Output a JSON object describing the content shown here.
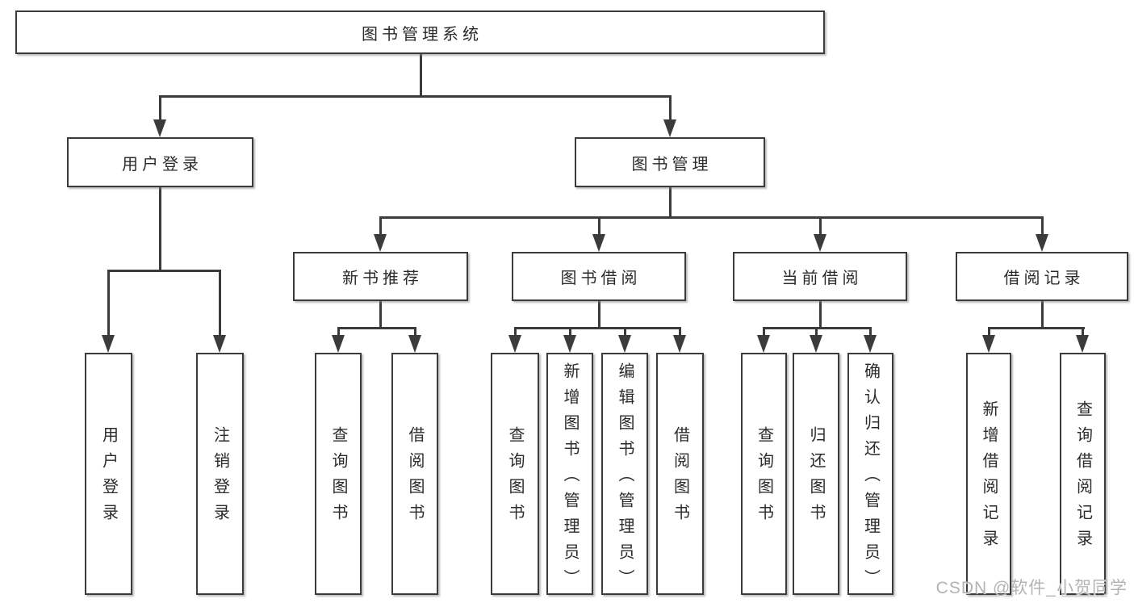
{
  "diagram": {
    "root": {
      "label": "图书管理系统"
    },
    "branches": [
      {
        "label": "用户登录"
      },
      {
        "label": "图书管理"
      }
    ],
    "sections": [
      {
        "label": "新书推荐"
      },
      {
        "label": "图书借阅"
      },
      {
        "label": "当前借阅"
      },
      {
        "label": "借阅记录"
      }
    ],
    "leaves": {
      "login": [
        "用户登录",
        "注销登录"
      ],
      "recommend": [
        "查询图书",
        "借阅图书"
      ],
      "borrow": [
        "查询图书",
        "新增图书（管理员）",
        "编辑图书（管理员）",
        "借阅图书"
      ],
      "current": [
        "查询图书",
        "归还图书",
        "确认归还（管理员）"
      ],
      "records": [
        "新增借阅记录",
        "查询借阅记录"
      ]
    }
  },
  "watermark": {
    "text": "CSDN @软件_小贺同学"
  },
  "colors": {
    "line": "#3b3b3b",
    "text": "#2b2b2b",
    "watermark": "#b3b3b3",
    "background": "#ffffff"
  }
}
